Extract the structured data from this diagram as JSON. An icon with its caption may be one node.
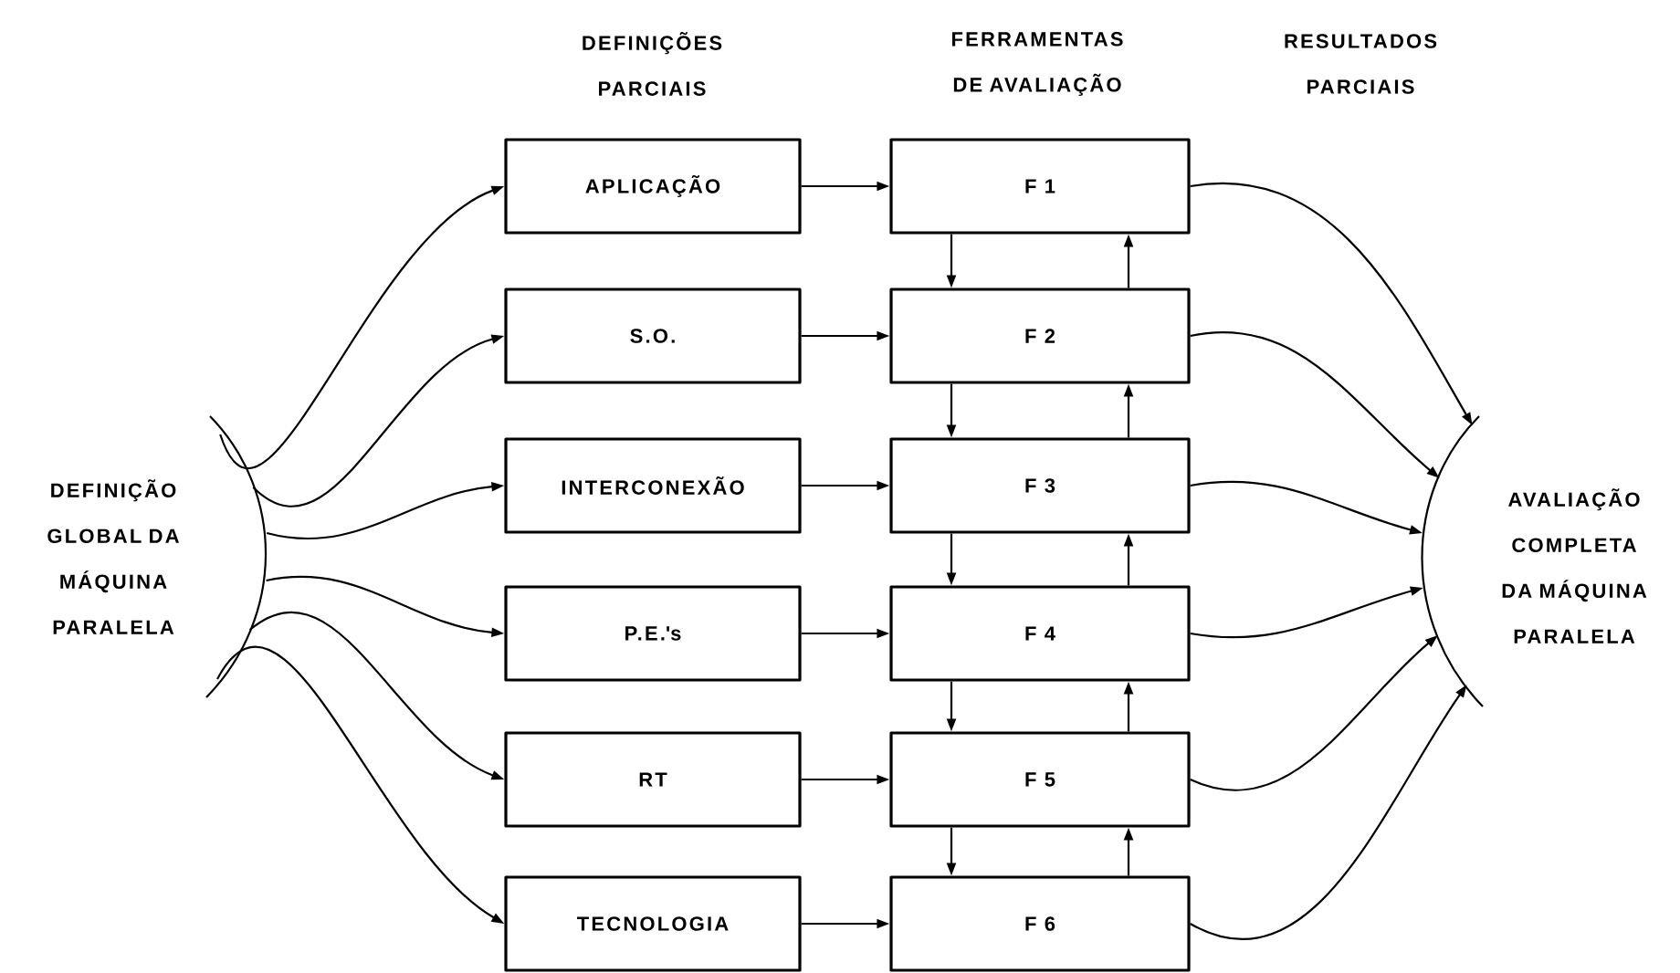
{
  "diagram": {
    "nodes": [
      {
        "text": [
          "DEFINIÇÃO GLOBAL DA MÁQUINA PARALELA"
        ]
      },
      {
        "text": [
          "APLICAÇÃO"
        ]
      },
      {
        "text": [
          "S.O."
        ]
      },
      {
        "text": [
          "INTERCONEXÃO"
        ]
      },
      {
        "text": [
          "P.E.'s"
        ]
      },
      {
        "text": [
          "RT"
        ]
      },
      {
        "text": [
          "TECNOLOGIA"
        ]
      },
      {
        "text": [
          "F 1"
        ]
      },
      {
        "text": [
          "F 2"
        ]
      },
      {
        "text": [
          "F 3"
        ]
      },
      {
        "text": [
          "F 4"
        ]
      },
      {
        "text": [
          "F 5"
        ]
      },
      {
        "text": [
          "F 6"
        ]
      },
      {
        "text": [
          "AVALIAÇÃO COMPLETA DA MÁQUINA PARALELA"
        ]
      }
    ],
    "edges": [
      {
        "from": 0,
        "to": 1,
        "arrow": "to"
      },
      {
        "from": 0,
        "to": 2,
        "arrow": "to"
      },
      {
        "from": 0,
        "to": 3,
        "arrow": "to"
      },
      {
        "from": 0,
        "to": 4,
        "arrow": "to"
      },
      {
        "from": 0,
        "to": 5,
        "arrow": "to"
      },
      {
        "from": 0,
        "to": 6,
        "arrow": "to"
      },
      {
        "from": 1,
        "to": 7,
        "arrow": "to"
      },
      {
        "from": 2,
        "to": 8,
        "arrow": "to"
      },
      {
        "from": 3,
        "to": 9,
        "arrow": "to"
      },
      {
        "from": 4,
        "to": 10,
        "arrow": "to"
      },
      {
        "from": 5,
        "to": 11,
        "arrow": "to"
      },
      {
        "from": 6,
        "to": 12,
        "arrow": "to"
      },
      {
        "from": 7,
        "to": 8,
        "arrow": "to"
      },
      {
        "from": 8,
        "to": 7,
        "arrow": "to"
      },
      {
        "from": 8,
        "to": 9,
        "arrow": "to"
      },
      {
        "from": 9,
        "to": 8,
        "arrow": "to"
      },
      {
        "from": 9,
        "to": 10,
        "arrow": "to"
      },
      {
        "from": 10,
        "to": 9,
        "arrow": "to"
      },
      {
        "from": 10,
        "to": 11,
        "arrow": "to"
      },
      {
        "from": 11,
        "to": 10,
        "arrow": "to"
      },
      {
        "from": 11,
        "to": 12,
        "arrow": "to"
      },
      {
        "from": 12,
        "to": 11,
        "arrow": "to"
      },
      {
        "from": 7,
        "to": 13,
        "arrow": "to"
      },
      {
        "from": 8,
        "to": 13,
        "arrow": "to"
      },
      {
        "from": 9,
        "to": 13,
        "arrow": "to"
      },
      {
        "from": 10,
        "to": 13,
        "arrow": "to"
      },
      {
        "from": 11,
        "to": 13,
        "arrow": "to"
      },
      {
        "from": 12,
        "to": 13,
        "arrow": "to"
      }
    ],
    "labels": [
      "DEFINIÇÕES PARCIAIS",
      "FERRAMENTAS DE AVALIAÇÃO",
      "RESULTADOS PARCIAIS"
    ]
  }
}
